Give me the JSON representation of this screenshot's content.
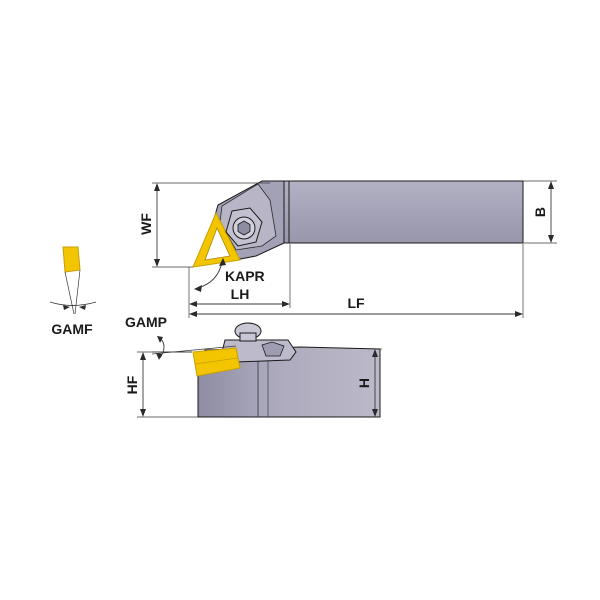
{
  "labels": {
    "wf": "WF",
    "b": "B",
    "kapr": "KAPR",
    "lh": "LH",
    "lf": "LF",
    "gamf": "GAMF",
    "gamp": "GAMP",
    "hf": "HF",
    "h": "H"
  },
  "colors": {
    "shank": "#a7a5b8",
    "shank_dark": "#8f8da3",
    "insert": "#f2c500",
    "insert_edge": "#c9a000",
    "line": "#3a3a3a"
  },
  "icons": {
    "clamp_screw": "hex-socket-screw-icon"
  }
}
